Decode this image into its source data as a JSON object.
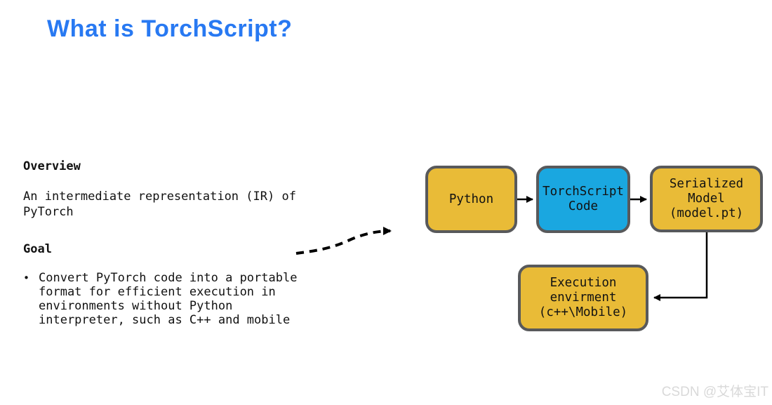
{
  "slide": {
    "title": "What is TorchScript?",
    "title_color": "#2879F2",
    "background_color": "#FFFFFF"
  },
  "overview": {
    "heading": "Overview",
    "body": "An intermediate representation (IR) of\nPyTorch"
  },
  "goal": {
    "heading": "Goal",
    "bullet_char": "•",
    "bullet_text": "Convert PyTorch code into a portable\nformat for efficient execution in\nenvironments without Python\ninterpreter, such as C++ and mobile"
  },
  "diagram": {
    "border_color": "#58595B",
    "arrow_color": "#000000",
    "node_colors": {
      "yellow": "#E9BB37",
      "blue": "#1AA7E0"
    },
    "nodes": {
      "python": {
        "label": "Python",
        "fill": "#E9BB37"
      },
      "torchscript": {
        "label": "TorchScript\nCode",
        "fill": "#1AA7E0"
      },
      "serialized": {
        "label": "Serialized\nModel\n(model.pt)",
        "fill": "#E9BB37"
      },
      "execution": {
        "label": "Execution\nenvirment\n(c++\\Mobile)",
        "fill": "#E9BB37"
      }
    },
    "edges": [
      {
        "from": "python",
        "to": "torchscript",
        "style": "solid"
      },
      {
        "from": "torchscript",
        "to": "serialized",
        "style": "solid"
      },
      {
        "from": "serialized",
        "to": "execution",
        "style": "solid-elbow"
      },
      {
        "from": "goal-text",
        "to": "diagram",
        "style": "dashed-curve"
      }
    ]
  },
  "watermark": {
    "text": "CSDN @艾体宝IT",
    "color": "#D9D9D9"
  }
}
